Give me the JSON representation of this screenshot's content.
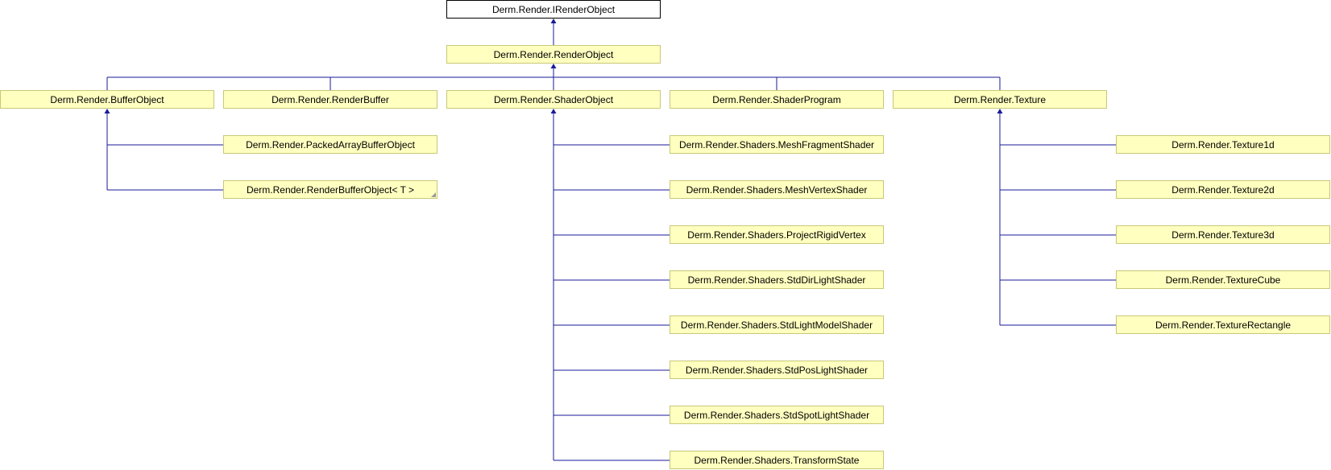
{
  "root": {
    "id": "irender",
    "label": "Derm.Render.IRenderObject"
  },
  "base": {
    "id": "renderobject",
    "label": "Derm.Render.RenderObject"
  },
  "level2": [
    {
      "id": "bufferobject",
      "label": "Derm.Render.BufferObject"
    },
    {
      "id": "renderbuffer",
      "label": "Derm.Render.RenderBuffer"
    },
    {
      "id": "shaderobject",
      "label": "Derm.Render.ShaderObject"
    },
    {
      "id": "shaderprogram",
      "label": "Derm.Render.ShaderProgram"
    },
    {
      "id": "texture",
      "label": "Derm.Render.Texture"
    }
  ],
  "buffer_children": [
    {
      "id": "packedarraybufferobject",
      "label": "Derm.Render.PackedArrayBufferObject"
    },
    {
      "id": "renderbufferobject-t",
      "label": "Derm.Render.RenderBufferObject< T >",
      "template": true
    }
  ],
  "shader_children": [
    {
      "id": "meshfragmentshader",
      "label": "Derm.Render.Shaders.MeshFragmentShader"
    },
    {
      "id": "meshvertexshader",
      "label": "Derm.Render.Shaders.MeshVertexShader"
    },
    {
      "id": "projectrigidvertex",
      "label": "Derm.Render.Shaders.ProjectRigidVertex"
    },
    {
      "id": "stddirlightshader",
      "label": "Derm.Render.Shaders.StdDirLightShader"
    },
    {
      "id": "stdlightmodelshader",
      "label": "Derm.Render.Shaders.StdLightModelShader"
    },
    {
      "id": "stdposlightshader",
      "label": "Derm.Render.Shaders.StdPosLightShader"
    },
    {
      "id": "stdspotlightshader",
      "label": "Derm.Render.Shaders.StdSpotLightShader"
    },
    {
      "id": "transformstate",
      "label": "Derm.Render.Shaders.TransformState"
    }
  ],
  "texture_children": [
    {
      "id": "texture1d",
      "label": "Derm.Render.Texture1d"
    },
    {
      "id": "texture2d",
      "label": "Derm.Render.Texture2d"
    },
    {
      "id": "texture3d",
      "label": "Derm.Render.Texture3d"
    },
    {
      "id": "texturecube",
      "label": "Derm.Render.TextureCube"
    },
    {
      "id": "texturerectangle",
      "label": "Derm.Render.TextureRectangle"
    }
  ],
  "colors": {
    "node_fill": "#ffffc0",
    "node_border": "#c8c878",
    "root_fill": "#ffffff",
    "edge": "#1a1a9a"
  }
}
